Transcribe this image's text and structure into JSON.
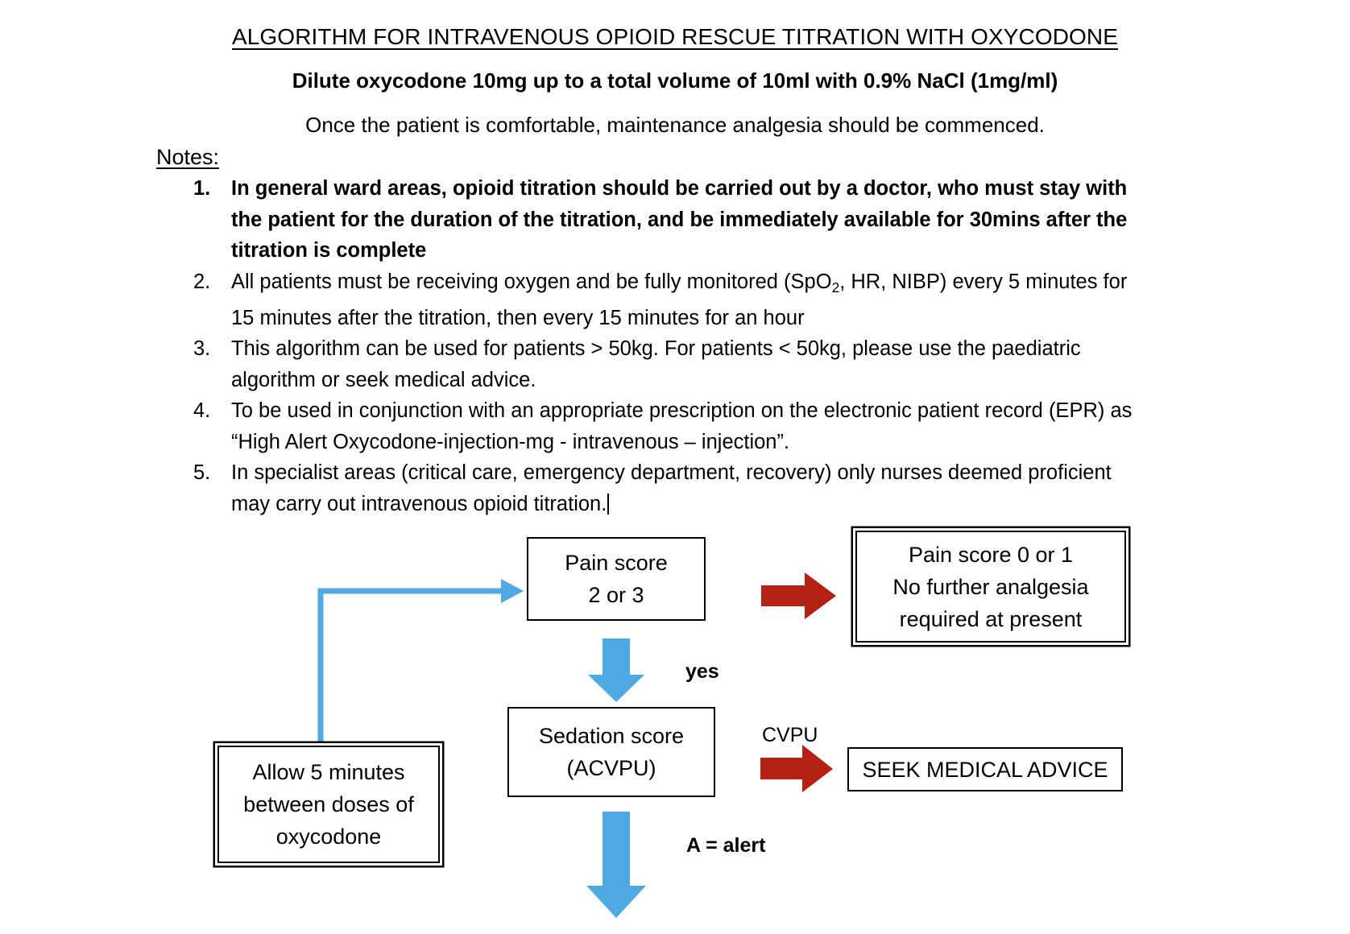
{
  "document": {
    "title": "ALGORITHM FOR INTRAVENOUS OPIOID RESCUE TITRATION WITH OXYCODONE",
    "subtitle": "Dilute oxycodone 10mg up to a total volume of 10ml with 0.9% NaCl (1mg/ml)",
    "lede": "Once the patient is comfortable, maintenance analgesia should be commenced."
  },
  "notes": {
    "label": "Notes:",
    "items": [
      {
        "num": "1.",
        "bold": true,
        "text": "In general ward areas, opioid titration should be carried out by a doctor, who must stay with the patient for the duration of the titration, and be immediately available for 30mins after the titration is complete"
      },
      {
        "num": "2.",
        "bold": false,
        "text_before_sub": "All patients must be receiving oxygen and be fully monitored (SpO",
        "sub": "2",
        "text_after_sub": ", HR, NIBP) every 5 minutes for 15 minutes after the titration, then every 15 minutes for an hour"
      },
      {
        "num": "3.",
        "bold": false,
        "text": "This algorithm can be used for patients > 50kg. For patients < 50kg, please use the paediatric algorithm or seek medical advice."
      },
      {
        "num": "4.",
        "bold": false,
        "text": "To be used in conjunction with an appropriate prescription on the electronic patient record (EPR) as “High Alert Oxycodone-injection-mg - intravenous – injection”."
      },
      {
        "num": "5.",
        "bold": false,
        "text": "In specialist areas (critical care, emergency department, recovery) only nurses deemed proficient may carry out intravenous opioid titration."
      }
    ]
  },
  "flowchart": {
    "boxes": {
      "pain_score": {
        "line1": "Pain score",
        "line2": "2 or 3"
      },
      "pain_0_or_1": {
        "line1": "Pain score 0 or 1",
        "line2": "No further analgesia",
        "line3": "required at present"
      },
      "sedation": {
        "line1": "Sedation score",
        "line2": "(ACVPU)"
      },
      "seek_advice": {
        "line1": "SEEK MEDICAL ADVICE"
      },
      "allow_5min": {
        "line1": "Allow 5 minutes",
        "line2": "between doses of",
        "line3": "oxycodone"
      }
    },
    "edge_labels": {
      "yes": "yes",
      "cvpu": "CVPU",
      "a_equals_alert": "A = alert"
    }
  },
  "colors": {
    "arrow_blue": "#4FA9E2",
    "arrow_red": "#B22114",
    "stroke_black": "#000000",
    "background": "#FFFFFF"
  }
}
